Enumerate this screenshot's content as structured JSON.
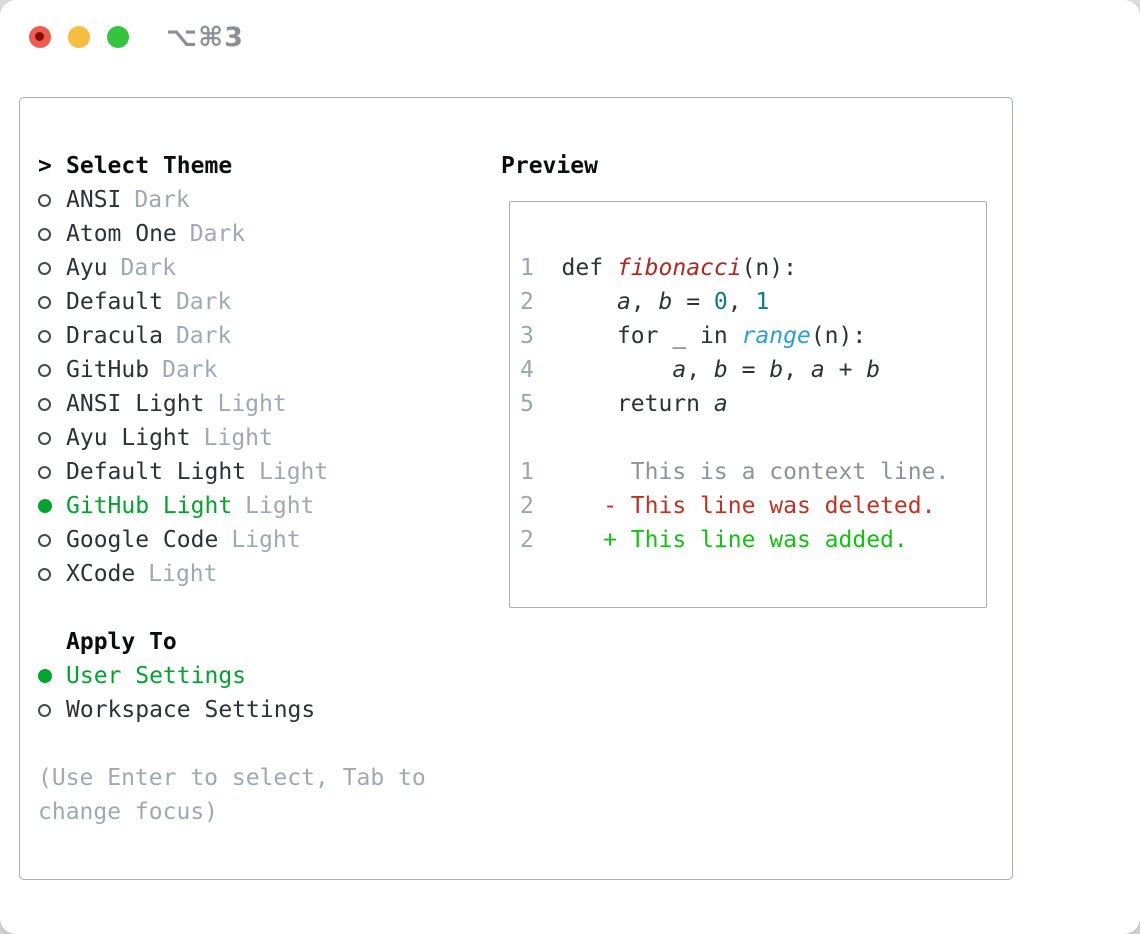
{
  "titlebar": {
    "shortcut": "⌥⌘3",
    "buttons": [
      "close-button",
      "minimize-button",
      "zoom-button"
    ]
  },
  "select_theme": {
    "header_prefix": ">",
    "header": "Select Theme",
    "themes": [
      {
        "name": "ANSI",
        "tag": "Dark",
        "selected": false
      },
      {
        "name": "Atom One",
        "tag": "Dark",
        "selected": false
      },
      {
        "name": "Ayu",
        "tag": "Dark",
        "selected": false
      },
      {
        "name": "Default",
        "tag": "Dark",
        "selected": false
      },
      {
        "name": "Dracula",
        "tag": "Dark",
        "selected": false
      },
      {
        "name": "GitHub",
        "tag": "Dark",
        "selected": false
      },
      {
        "name": "ANSI Light",
        "tag": "Light",
        "selected": false
      },
      {
        "name": "Ayu Light",
        "tag": "Light",
        "selected": false
      },
      {
        "name": "Default Light",
        "tag": "Light",
        "selected": false
      },
      {
        "name": "GitHub Light",
        "tag": "Light",
        "selected": true
      },
      {
        "name": "Google Code",
        "tag": "Light",
        "selected": false
      },
      {
        "name": "XCode",
        "tag": "Light",
        "selected": false
      }
    ],
    "apply_to": {
      "header": "Apply To",
      "options": [
        {
          "name": "User Settings",
          "selected": true
        },
        {
          "name": "Workspace Settings",
          "selected": false
        }
      ]
    },
    "help": "(Use Enter to select, Tab to change focus)"
  },
  "preview": {
    "title": "Preview",
    "lines": [
      {
        "num": "1",
        "spans": [
          {
            "t": "  def ",
            "c": "fg"
          },
          {
            "t": "fibonacci",
            "c": "func"
          },
          {
            "t": "(n):",
            "c": "fg"
          }
        ]
      },
      {
        "num": "2",
        "spans": [
          {
            "t": "      ",
            "c": "fg"
          },
          {
            "t": "a",
            "c": "var"
          },
          {
            "t": ", ",
            "c": "fg"
          },
          {
            "t": "b",
            "c": "var"
          },
          {
            "t": " = ",
            "c": "fg"
          },
          {
            "t": "0",
            "c": "num"
          },
          {
            "t": ", ",
            "c": "fg"
          },
          {
            "t": "1",
            "c": "num"
          }
        ]
      },
      {
        "num": "3",
        "spans": [
          {
            "t": "      for _ in ",
            "c": "fg"
          },
          {
            "t": "range",
            "c": "call"
          },
          {
            "t": "(n):",
            "c": "fg"
          }
        ]
      },
      {
        "num": "4",
        "spans": [
          {
            "t": "          ",
            "c": "fg"
          },
          {
            "t": "a",
            "c": "var"
          },
          {
            "t": ", ",
            "c": "fg"
          },
          {
            "t": "b",
            "c": "var"
          },
          {
            "t": " = ",
            "c": "fg"
          },
          {
            "t": "b",
            "c": "var"
          },
          {
            "t": ", ",
            "c": "fg"
          },
          {
            "t": "a",
            "c": "var"
          },
          {
            "t": " + ",
            "c": "fg"
          },
          {
            "t": "b",
            "c": "var"
          }
        ]
      },
      {
        "num": "5",
        "spans": [
          {
            "t": "      return ",
            "c": "fg"
          },
          {
            "t": "a",
            "c": "var"
          }
        ]
      },
      {
        "num": "",
        "spans": []
      },
      {
        "num": "1",
        "spans": [
          {
            "t": "       This is a context line.",
            "c": "ctx"
          }
        ]
      },
      {
        "num": "2",
        "spans": [
          {
            "t": "     - This line was deleted.",
            "c": "del"
          }
        ]
      },
      {
        "num": "2",
        "spans": [
          {
            "t": "     + This line was added.",
            "c": "add"
          }
        ]
      }
    ]
  },
  "colors": {
    "accent_green": "#00a42e",
    "function_red": "#b3271e",
    "number_teal": "#0e7d82",
    "builtin_blue": "#2b9fd4",
    "deleted_red": "#c43122",
    "added_green": "#12c312",
    "muted_gray": "#9fa9b6",
    "line_number_gray": "#9aa6b2",
    "context_gray": "#8d939b",
    "text_dark": "#2c3238",
    "panel_border": "#a7aeb8",
    "traffic_red": "#f15a4f",
    "traffic_yellow": "#f6bd3e",
    "traffic_green": "#35c43e"
  }
}
